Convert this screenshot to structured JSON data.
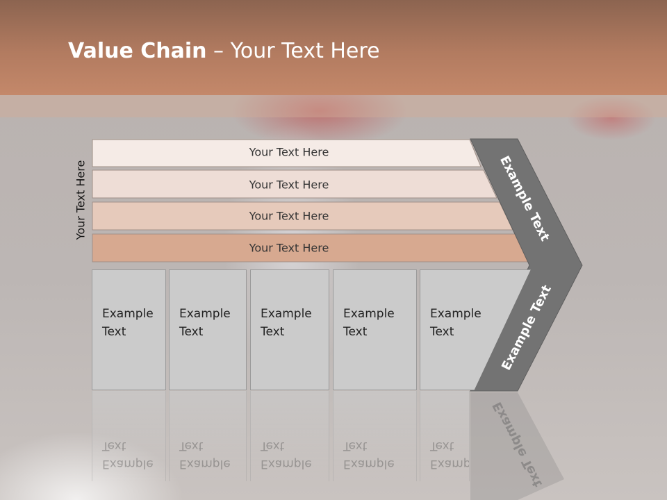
{
  "slide": {
    "title_bold": "Value Chain",
    "title_rest": " – Your Text Here",
    "vertical_label": "Your Text Here",
    "rows": [
      {
        "label": "Your Text Here",
        "fill": "#f5ebe6"
      },
      {
        "label": "Your Text Here",
        "fill": "#eeddd6"
      },
      {
        "label": "Your Text Here",
        "fill": "#e6cabb"
      },
      {
        "label": "Your Text Here",
        "fill": "#d7a990"
      }
    ],
    "boxes": [
      {
        "label": "Example\nText"
      },
      {
        "label": "Example\nText"
      },
      {
        "label": "Example\nText"
      },
      {
        "label": "Example\nText"
      },
      {
        "label": "Example\nText"
      }
    ],
    "chevron_top_text": "Example Text",
    "chevron_bottom_text": "Example Text",
    "colors": {
      "header": "#b27b60",
      "chevron": "#737373",
      "box": "#cbcbcb"
    }
  }
}
